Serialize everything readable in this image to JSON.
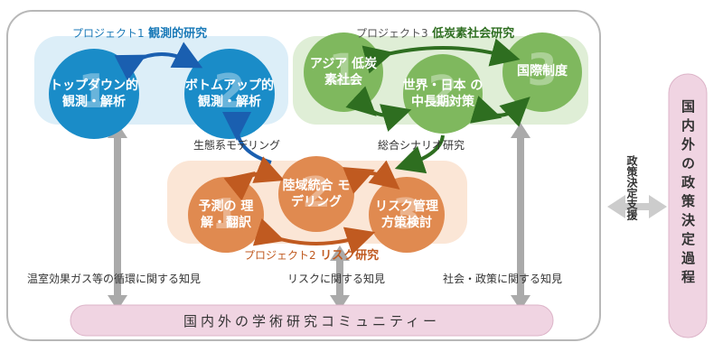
{
  "projects": {
    "p1": {
      "title_prefix": "プロジェクト1",
      "title_main": "観測的研究",
      "circle1_num": "1",
      "circle1_label": "トップダウン的 観測・解析",
      "circle2_num": "2",
      "circle2_label": "ボトムアップ的 観測・解析"
    },
    "p2": {
      "title_prefix": "プロジェクト2",
      "title_main": "リスク研究",
      "circle1_num": "1",
      "circle1_label": "予測の 理解・翻訳",
      "circle2_num": "2",
      "circle2_label": "陸域統合 モデリング",
      "circle3_num": "3",
      "circle3_label": "リスク管理 方策検討"
    },
    "p3": {
      "title_prefix": "プロジェクト3",
      "title_main": "低炭素社会研究",
      "circle1_num": "1",
      "circle1_label": "アジア 低炭素社会",
      "circle2_num": "2",
      "circle2_label": "世界・日本 の中長期対策",
      "circle3_num": "3",
      "circle3_label": "国際制度"
    }
  },
  "links": {
    "ecosystem": "生態系モデリング",
    "scenario": "総合シナリオ研究"
  },
  "knowledge": {
    "greenhouse": "温室効果ガス等の循環に関する知見",
    "risk": "リスクに関する知見",
    "society": "社会・政策に関する知見"
  },
  "community": "国内外の学術研究コミュニティー",
  "policy_support": "政策決定支援",
  "policy_process": "国内外の政策決定過程",
  "colors": {
    "p1": "#1a8cc8",
    "p2": "#e08a50",
    "p3": "#7fb85e",
    "community": "#f0d4e2",
    "arrow_gray": "#aaaaaa"
  }
}
